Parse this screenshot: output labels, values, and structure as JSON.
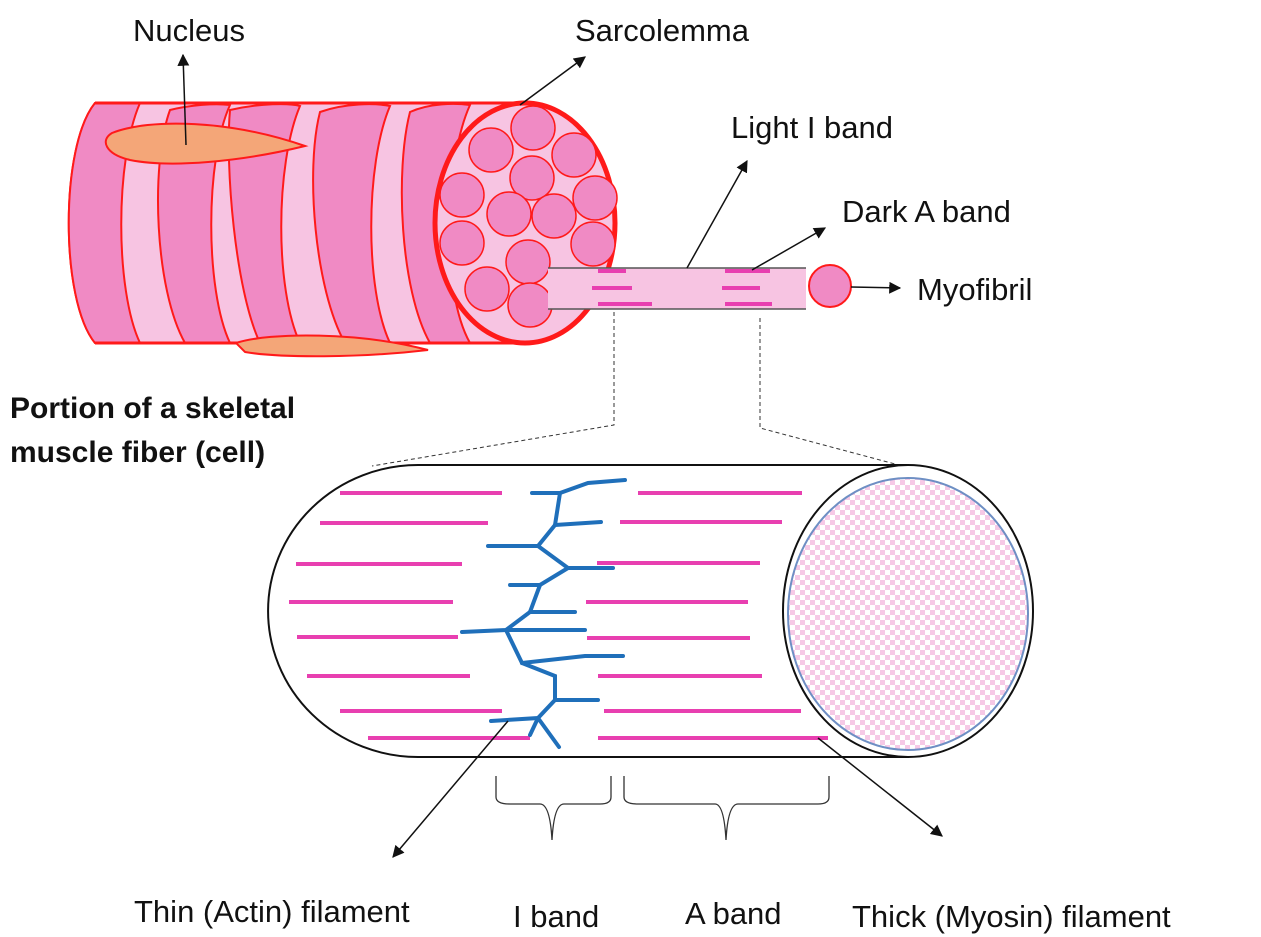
{
  "labels": {
    "nucleus": "Nucleus",
    "sarcolemma": "Sarcolemma",
    "light_i_band": "Light I band",
    "dark_a_band": "Dark A band",
    "myofibril": "Myofibril",
    "title_line1": "Portion of a skeletal",
    "title_line2": "muscle fiber (cell)",
    "thin_filament": "Thin (Actin) filament",
    "i_band": "I band",
    "a_band": "A band",
    "thick_filament": "Thick (Myosin) filament"
  },
  "colors": {
    "fiber_outline": "#ff1a1a",
    "fiber_dark_band": "#f08ac4",
    "fiber_light_band": "#f7c4e2",
    "nucleus_fill": "#f4a678",
    "myofibril_fill": "#f08ac4",
    "filament_pink": "#e83fb0",
    "z_line_blue": "#1f6fba",
    "cross_section_ring": "#6e8fc4"
  }
}
